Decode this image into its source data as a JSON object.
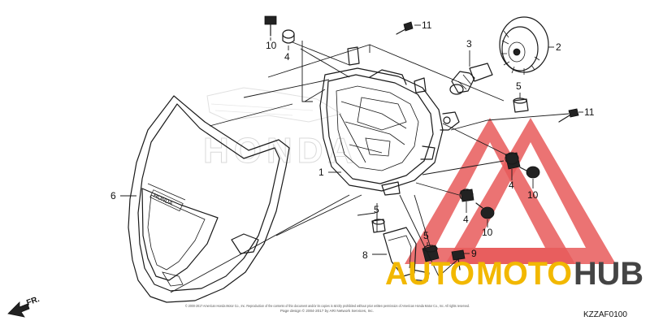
{
  "diagram": {
    "part_code": "KZZAF0100",
    "direction_label": "FR.",
    "watermark_brand": "HONDA",
    "mask_badge": "HONDA",
    "copyright_line1": "© 2000-2017 American Honda Motor Co., Inc. Reproduction of the contents of this document and/or its copies is strictly prohibited without prior written permission of American Honda Motor Co., Inc. All rights reserved.",
    "copyright_line2": "Page design © 2004-2017 by ARI Network Services, Inc."
  },
  "callouts": {
    "c1": "1",
    "c2": "2",
    "c3": "3",
    "c4a": "4",
    "c4b": "4",
    "c4c": "4",
    "c5a": "5",
    "c5b": "5",
    "c5c": "5",
    "c6": "6",
    "c8": "8",
    "c9": "9",
    "c10a": "10",
    "c10b": "10",
    "c10c": "10",
    "c11a": "11",
    "c11b": "11"
  },
  "logo": {
    "part1": "AUTO",
    "part2": "MOTO",
    "part3": "HUB",
    "colors": {
      "accent": "#f2b800",
      "dark": "#444444",
      "triangle": "#e85a5a"
    }
  }
}
